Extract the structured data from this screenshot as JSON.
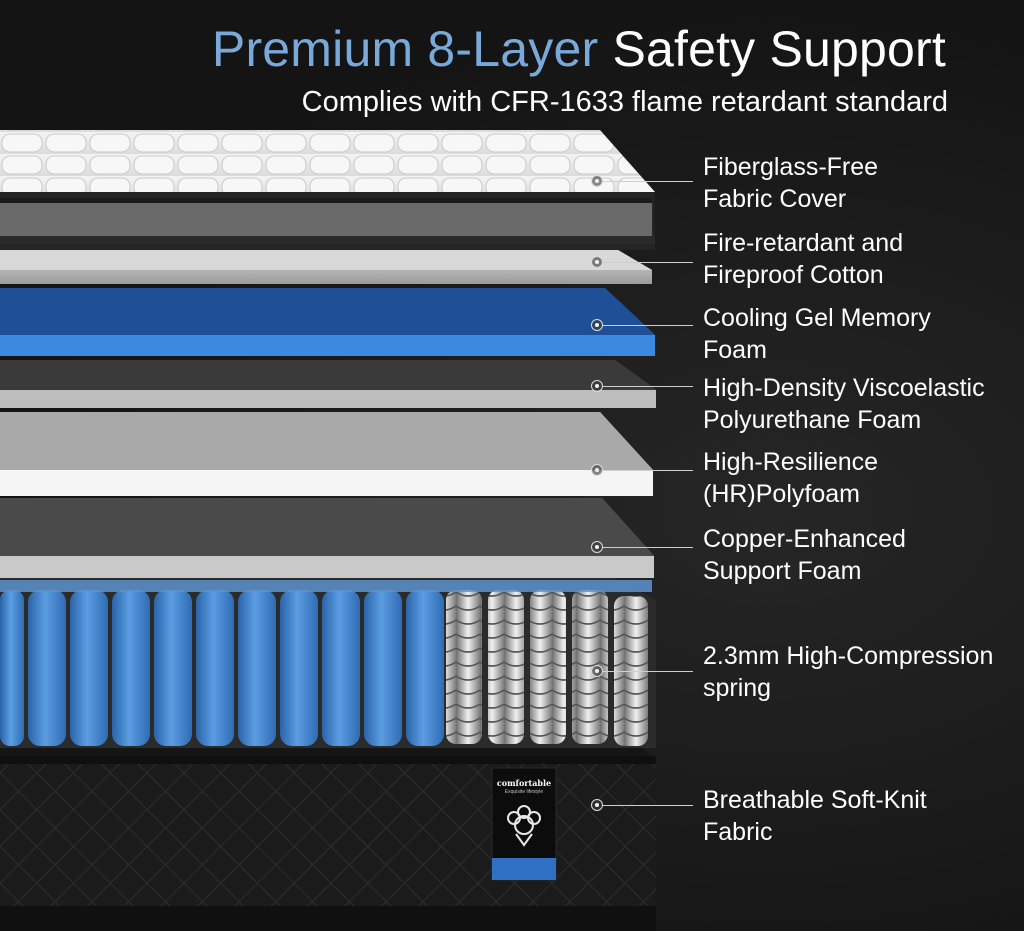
{
  "title": {
    "accent": "Premium 8-Layer",
    "main": "Safety Support"
  },
  "subtitle": "Complies with CFR-1633 flame retardant standard",
  "badge": {
    "brand": "comfortable",
    "tagline": "Exquisite lifestyle"
  },
  "layers": [
    {
      "line1": "Fiberglass-Free",
      "line2": "Fabric Cover"
    },
    {
      "line1": "Fire-retardant and",
      "line2": "Fireproof Cotton"
    },
    {
      "line1": "Cooling Gel Memory",
      "line2": "Foam"
    },
    {
      "line1": "High-Density Viscoelastic",
      "line2": "Polyurethane Foam"
    },
    {
      "line1": "High-Resilience",
      "line2": "(HR)Polyfoam"
    },
    {
      "line1": "Copper-Enhanced",
      "line2": "Support Foam"
    },
    {
      "line1": "2.3mm High-Compression",
      "line2": "spring"
    },
    {
      "line1": "Breathable Soft-Knit",
      "line2": "Fabric"
    }
  ],
  "colors": {
    "accent": "#79a9d9",
    "background": "#161616",
    "gel_blue": "#2f7fd8",
    "pocket_blue": "#4d8fd6"
  }
}
